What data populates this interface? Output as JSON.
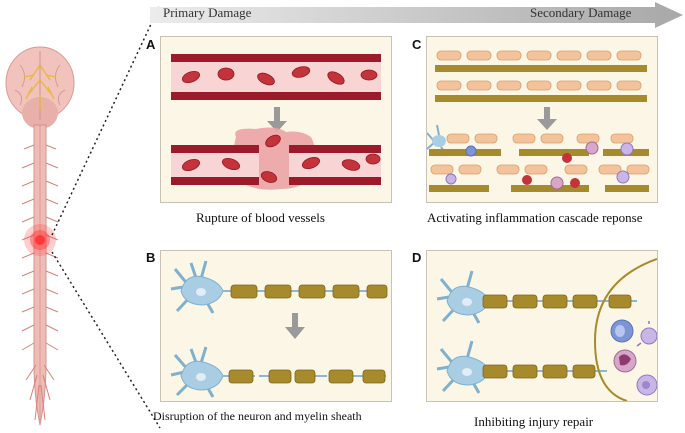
{
  "timeline": {
    "start_label": "Primary Damage",
    "end_label": "Secondary Damage"
  },
  "panels": {
    "a": {
      "letter": "A",
      "caption": "Rupture of blood vessels"
    },
    "b": {
      "letter": "B",
      "caption": "Disruption of the neuron and myelin sheath"
    },
    "c": {
      "letter": "C",
      "caption": "Activating  inflammation  cascade reponse"
    },
    "d": {
      "letter": "D",
      "caption": "Inhibiting  injury repair"
    }
  },
  "colors": {
    "vessel_wall": "#9b1b2a",
    "blood_cell": "#c4323a",
    "myelin": "#a68a2b",
    "neuron": "#a9cde3",
    "panel_bg": "#fcf6e6",
    "arrow": "#9a9a9a",
    "injury_glow": "#ff3b3b"
  }
}
